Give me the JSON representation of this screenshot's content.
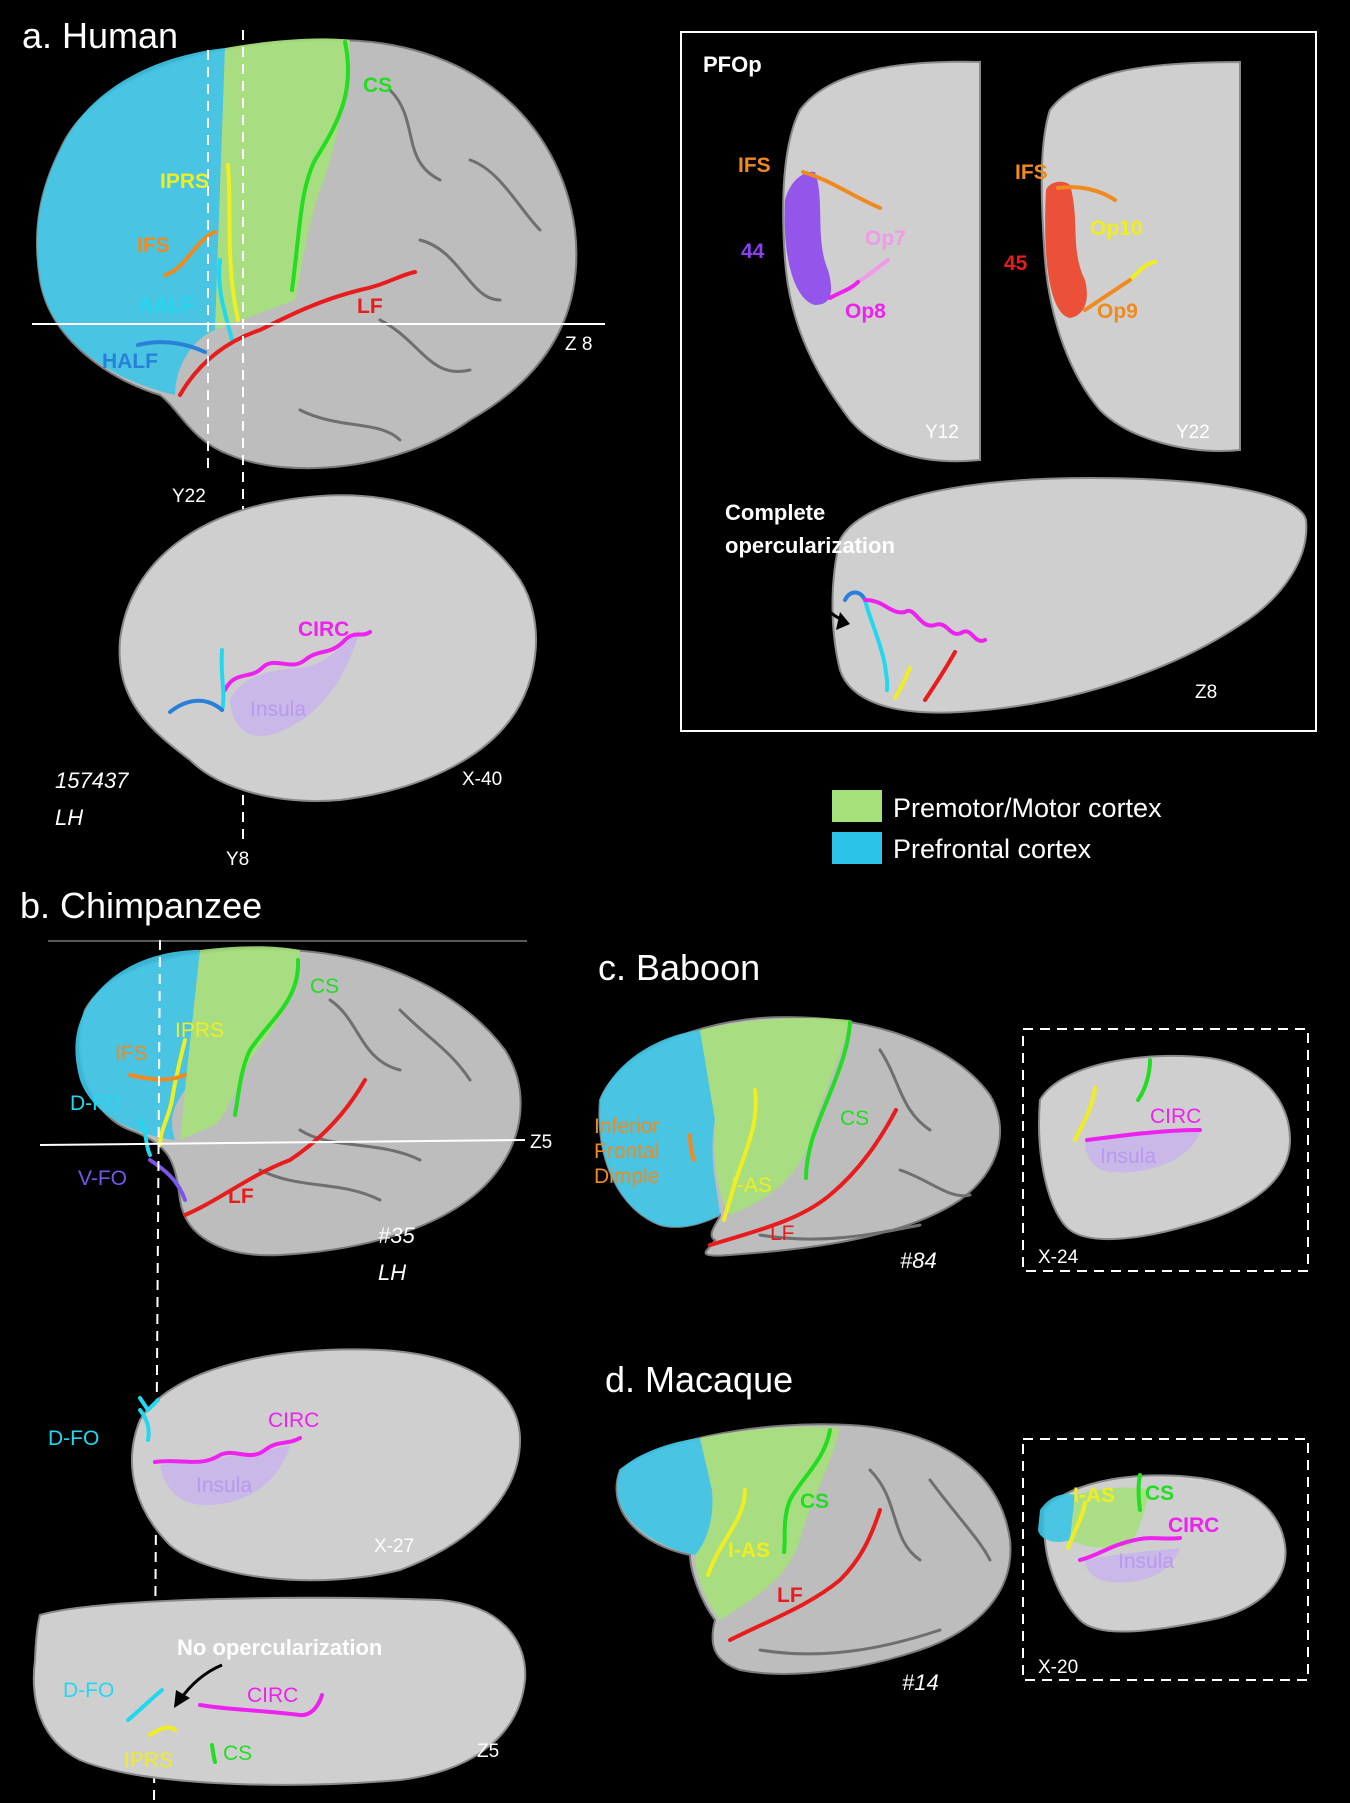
{
  "panels": {
    "a_title": "a. Human",
    "b_title": "b. Chimpanzee",
    "c_title": "c. Baboon",
    "d_title": "d. Macaque"
  },
  "human": {
    "lateral": {
      "labels": {
        "cs": "CS",
        "iprs": "IPRS",
        "ifs": "IFS",
        "aalf": "AALF",
        "lf": "LF",
        "half": "HALF"
      },
      "z_coord": "Z 8",
      "y_coord": "Y22"
    },
    "sagittal": {
      "labels": {
        "circ": "CIRC",
        "insula": "Insula"
      },
      "x_coord": "X-40",
      "y_coord": "Y8"
    },
    "subject_id": "157437",
    "hemisphere": "LH"
  },
  "inset": {
    "title": "PFOp",
    "coronal_y12": {
      "labels": {
        "ifs": "IFS",
        "area44": "44",
        "op7": "Op7",
        "op8": "Op8"
      },
      "coord": "Y12"
    },
    "coronal_y22": {
      "labels": {
        "ifs": "IFS",
        "area45": "45",
        "op10": "Op10",
        "op9": "Op9"
      },
      "coord": "Y22"
    },
    "axial": {
      "note_line1": "Complete",
      "note_line2": "opercularization",
      "coord": "Z8"
    }
  },
  "legend": [
    {
      "label": "Premotor/Motor cortex",
      "color": "#a6e07a"
    },
    {
      "label": "Prefrontal cortex",
      "color": "#2bc4e8"
    }
  ],
  "chimpanzee": {
    "lateral": {
      "labels": {
        "cs": "CS",
        "iprs": "IPRS",
        "ifs": "IFS",
        "dfo": "D-FO",
        "vfo": "V-FO",
        "lf": "LF"
      },
      "z_coord": "Z5",
      "subject_id": "#35",
      "hemisphere": "LH"
    },
    "sagittal": {
      "labels": {
        "dfo": "D-FO",
        "circ": "CIRC",
        "insula": "Insula"
      },
      "x_coord": "X-27"
    },
    "axial": {
      "note": "No opercularization",
      "labels": {
        "dfo": "D-FO",
        "circ": "CIRC",
        "iprs": "IPRS",
        "cs": "CS"
      },
      "z_coord": "Z5"
    }
  },
  "baboon": {
    "labels": {
      "inferior": "Inferior",
      "frontal": "Frontal",
      "dimple": "Dimple",
      "ias": "I-AS",
      "cs": "CS",
      "lf": "LF"
    },
    "subject_id": "#84",
    "sagittal": {
      "labels": {
        "circ": "CIRC",
        "insula": "Insula"
      },
      "x_coord": "X-24"
    }
  },
  "macaque": {
    "labels": {
      "ias": "I-AS",
      "cs": "CS",
      "lf": "LF"
    },
    "subject_id": "#14",
    "sagittal": {
      "labels": {
        "ias": "I-AS",
        "cs": "CS",
        "circ": "CIRC",
        "insula": "Insula"
      },
      "x_coord": "X-20"
    }
  },
  "colors": {
    "cs": "#22dd22",
    "iprs": "#eeee22",
    "ifs": "#f08a1e",
    "aalf": "#22d8f0",
    "half": "#2a7fd8",
    "lf": "#e81c1c",
    "circ": "#ee22ee",
    "insula": "#b89aee",
    "area44": "#8a3ff0",
    "area45": "#f03a1e",
    "op7": "#f09ae8",
    "op8": "#ee22ee",
    "op9": "#f08a1e",
    "op10": "#eeee22",
    "dfo": "#22d8f0",
    "vfo": "#7a55e8"
  }
}
